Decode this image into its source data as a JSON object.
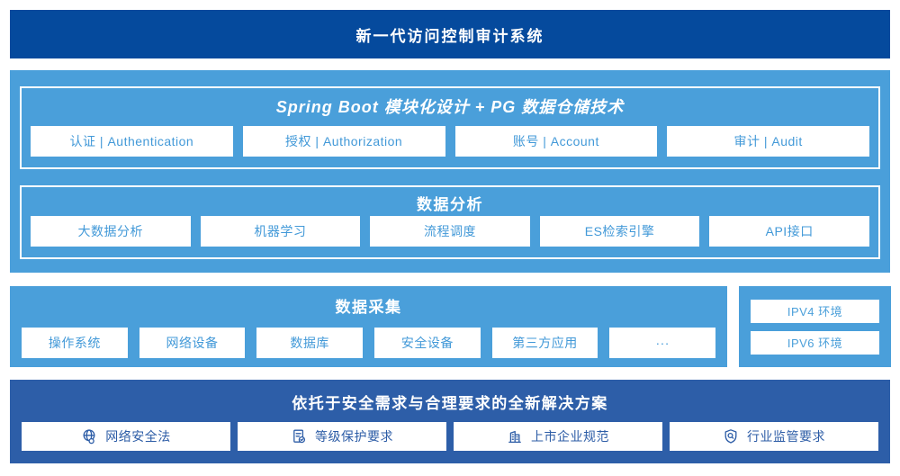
{
  "colors": {
    "banner_blue": "#054a9d",
    "panel_light_blue": "#4a9fda",
    "solution_blue": "#2d5ea8",
    "box_text_blue": "#4299d8",
    "solution_text_blue": "#2c5ca6",
    "box_background": "#ffffff"
  },
  "header": {
    "title": "新一代访问控制审计系统"
  },
  "platform": {
    "spring": {
      "title": "Spring Boot 模块化设计 + PG 数据仓储技术",
      "modules": [
        "认证 | Authentication",
        "授权 | Authorization",
        "账号 | Account",
        "审计 | Audit"
      ]
    },
    "analysis": {
      "title": "数据分析",
      "modules": [
        "大数据分析",
        "机器学习",
        "流程调度",
        "ES检索引擎",
        "API接口"
      ]
    }
  },
  "collection": {
    "title": "数据采集",
    "modules": [
      "操作系统",
      "网络设备",
      "数据库",
      "安全设备",
      "第三方应用",
      "···"
    ]
  },
  "environments": {
    "items": [
      "IPV4 环境",
      "IPV6 环境"
    ]
  },
  "solution": {
    "title": "依托于安全需求与合理要求的全新解决方案",
    "items": [
      {
        "icon": "globe-icon",
        "label": "网络安全法"
      },
      {
        "icon": "document-check-icon",
        "label": "等级保护要求"
      },
      {
        "icon": "building-icon",
        "label": "上市企业规范"
      },
      {
        "icon": "shield-search-icon",
        "label": "行业监管要求"
      }
    ]
  }
}
